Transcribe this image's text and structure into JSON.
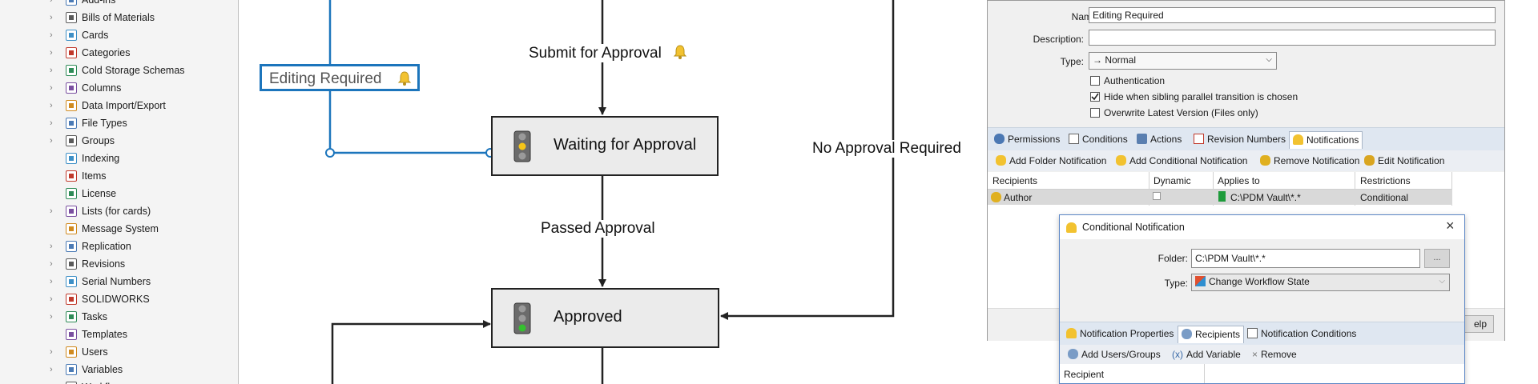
{
  "sidebar": {
    "items": [
      {
        "label": "Add-ins",
        "icon": "addins-icon",
        "expandable": true
      },
      {
        "label": "Bills of Materials",
        "icon": "table-icon",
        "expandable": true
      },
      {
        "label": "Cards",
        "icon": "card-icon",
        "expandable": true
      },
      {
        "label": "Categories",
        "icon": "categories-icon",
        "expandable": true
      },
      {
        "label": "Cold Storage Schemas",
        "icon": "cold-storage-icon",
        "expandable": true
      },
      {
        "label": "Columns",
        "icon": "columns-icon",
        "expandable": true
      },
      {
        "label": "Data Import/Export",
        "icon": "import-export-icon",
        "expandable": true
      },
      {
        "label": "File Types",
        "icon": "file-types-icon",
        "expandable": true
      },
      {
        "label": "Groups",
        "icon": "groups-icon",
        "expandable": true
      },
      {
        "label": "Indexing",
        "icon": "indexing-icon",
        "expandable": false
      },
      {
        "label": "Items",
        "icon": "items-icon",
        "expandable": false
      },
      {
        "label": "License",
        "icon": "license-icon",
        "expandable": false
      },
      {
        "label": "Lists (for cards)",
        "icon": "lists-icon",
        "expandable": true
      },
      {
        "label": "Message System",
        "icon": "message-icon",
        "expandable": false
      },
      {
        "label": "Replication",
        "icon": "replication-icon",
        "expandable": true
      },
      {
        "label": "Revisions",
        "icon": "revisions-icon",
        "expandable": true
      },
      {
        "label": "Serial Numbers",
        "icon": "serial-numbers-icon",
        "expandable": true
      },
      {
        "label": "SOLIDWORKS",
        "icon": "solidworks-icon",
        "expandable": true
      },
      {
        "label": "Tasks",
        "icon": "tasks-icon",
        "expandable": true
      },
      {
        "label": "Templates",
        "icon": "templates-icon",
        "expandable": false
      },
      {
        "label": "Users",
        "icon": "users-icon",
        "expandable": true
      },
      {
        "label": "Variables",
        "icon": "variables-icon",
        "expandable": true
      },
      {
        "label": "Workflows",
        "icon": "workflows-icon",
        "expandable": true
      }
    ]
  },
  "workflow": {
    "states": {
      "waiting": "Waiting for Approval",
      "approved": "Approved"
    },
    "transitions": {
      "editing_required": "Editing Required",
      "submit": "Submit for Approval",
      "passed": "Passed Approval",
      "no_approval": "No Approval Required"
    }
  },
  "transition_props": {
    "name_label": "Name:",
    "name_value": "Editing Required",
    "description_label": "Description:",
    "description_value": "",
    "type_label": "Type:",
    "type_value": "Normal",
    "checkboxes": [
      {
        "label": "Authentication",
        "checked": false
      },
      {
        "label": "Hide when sibling parallel transition is chosen",
        "checked": true
      },
      {
        "label": "Overwrite Latest Version (Files only)",
        "checked": false
      }
    ],
    "tabs": [
      "Permissions",
      "Conditions",
      "Actions",
      "Revision Numbers",
      "Notifications"
    ],
    "active_tab": "Notifications",
    "toolbar": {
      "add_folder": "Add Folder Notification",
      "add_conditional": "Add Conditional Notification",
      "remove": "Remove Notification",
      "edit": "Edit Notification"
    },
    "grid": {
      "headers": [
        "Recipients",
        "Dynamic",
        "Applies to",
        "Restrictions"
      ],
      "rows": [
        {
          "recipient": "Author",
          "dynamic": false,
          "applies_to": "C:\\PDM Vault\\*.*",
          "restrictions": "Conditional"
        }
      ]
    },
    "help_partial": "elp"
  },
  "conditional_notification": {
    "title": "Conditional Notification",
    "folder_label": "Folder:",
    "folder_value": "C:\\PDM Vault\\*.*",
    "browse_label": "...",
    "type_label": "Type:",
    "type_value": "Change Workflow State",
    "tabs": [
      "Notification Properties",
      "Recipients",
      "Notification Conditions"
    ],
    "active_tab": "Recipients",
    "toolbar": {
      "add_users": "Add Users/Groups",
      "add_variable": "Add Variable",
      "remove": "Remove"
    },
    "column_header": "Recipient"
  },
  "colors": {
    "selection_blue": "#1c75bc",
    "state_fill": "#ebebeb",
    "bell_yellow": "#f2c230"
  }
}
